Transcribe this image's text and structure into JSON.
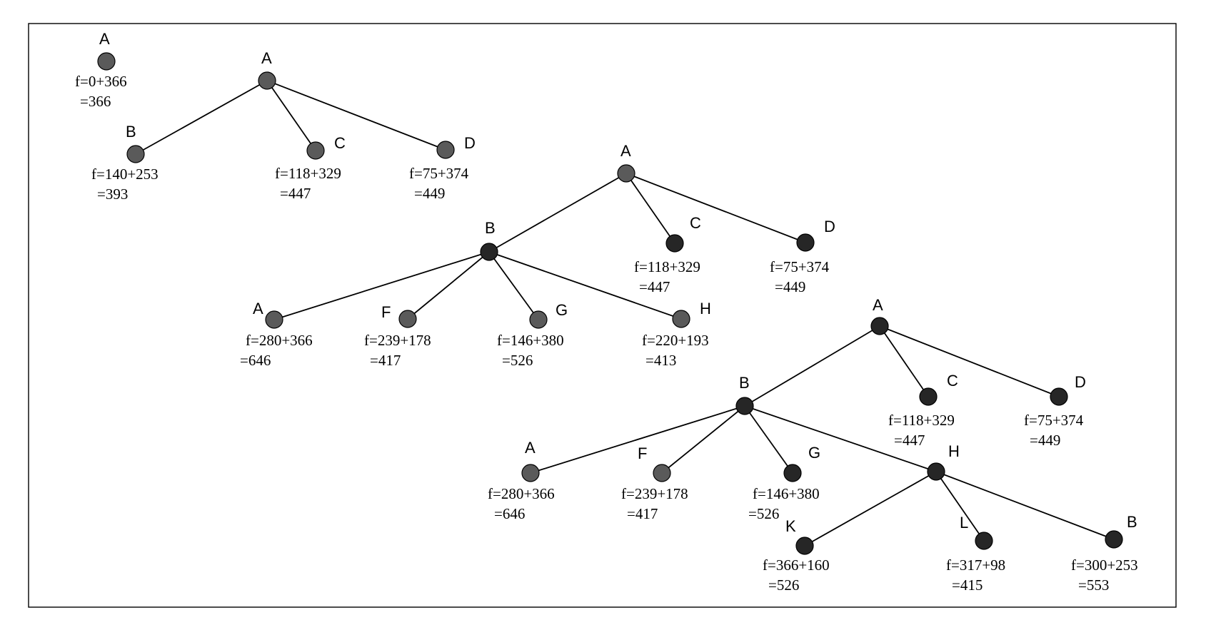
{
  "diagram": {
    "trees": [
      {
        "nodes": [
          {
            "id": "t1-A",
            "letter": "A",
            "f_expr": "f=0+366",
            "f_total": "=366",
            "shade": "grey"
          }
        ],
        "edges": []
      },
      {
        "nodes": [
          {
            "id": "t2-A",
            "letter": "A",
            "f_expr": "",
            "f_total": "",
            "shade": "grey"
          },
          {
            "id": "t2-B",
            "letter": "B",
            "f_expr": "f=140+253",
            "f_total": "=393",
            "shade": "grey"
          },
          {
            "id": "t2-C",
            "letter": "C",
            "f_expr": "f=118+329",
            "f_total": "=447",
            "shade": "grey"
          },
          {
            "id": "t2-D",
            "letter": "D",
            "f_expr": "f=75+374",
            "f_total": "=449",
            "shade": "grey"
          }
        ],
        "edges": [
          [
            "t2-A",
            "t2-B"
          ],
          [
            "t2-A",
            "t2-C"
          ],
          [
            "t2-A",
            "t2-D"
          ]
        ]
      },
      {
        "nodes": [
          {
            "id": "t3-A",
            "letter": "A",
            "f_expr": "",
            "f_total": "",
            "shade": "grey"
          },
          {
            "id": "t3-B",
            "letter": "B",
            "f_expr": "",
            "f_total": "",
            "shade": "dark"
          },
          {
            "id": "t3-C",
            "letter": "C",
            "f_expr": "f=118+329",
            "f_total": "=447",
            "shade": "dark"
          },
          {
            "id": "t3-D",
            "letter": "D",
            "f_expr": "f=75+374",
            "f_total": "=449",
            "shade": "dark"
          },
          {
            "id": "t3-A2",
            "letter": "A",
            "f_expr": "f=280+366",
            "f_total": "=646",
            "shade": "grey"
          },
          {
            "id": "t3-F",
            "letter": "F",
            "f_expr": "f=239+178",
            "f_total": "=417",
            "shade": "grey"
          },
          {
            "id": "t3-G",
            "letter": "G",
            "f_expr": "f=146+380",
            "f_total": "=526",
            "shade": "grey"
          },
          {
            "id": "t3-H",
            "letter": "H",
            "f_expr": "f=220+193",
            "f_total": "=413",
            "shade": "grey"
          }
        ],
        "edges": [
          [
            "t3-A",
            "t3-B"
          ],
          [
            "t3-A",
            "t3-C"
          ],
          [
            "t3-A",
            "t3-D"
          ],
          [
            "t3-B",
            "t3-A2"
          ],
          [
            "t3-B",
            "t3-F"
          ],
          [
            "t3-B",
            "t3-G"
          ],
          [
            "t3-B",
            "t3-H"
          ]
        ]
      },
      {
        "nodes": [
          {
            "id": "t4-A",
            "letter": "A",
            "f_expr": "",
            "f_total": "",
            "shade": "dark"
          },
          {
            "id": "t4-B",
            "letter": "B",
            "f_expr": "",
            "f_total": "",
            "shade": "dark"
          },
          {
            "id": "t4-C",
            "letter": "C",
            "f_expr": "f=118+329",
            "f_total": "=447",
            "shade": "dark"
          },
          {
            "id": "t4-D",
            "letter": "D",
            "f_expr": "f=75+374",
            "f_total": "=449",
            "shade": "dark"
          },
          {
            "id": "t4-A2",
            "letter": "A",
            "f_expr": "f=280+366",
            "f_total": "=646",
            "shade": "grey"
          },
          {
            "id": "t4-F",
            "letter": "F",
            "f_expr": "f=239+178",
            "f_total": "=417",
            "shade": "grey"
          },
          {
            "id": "t4-G",
            "letter": "G",
            "f_expr": "f=146+380",
            "f_total": "=526",
            "shade": "dark"
          },
          {
            "id": "t4-H",
            "letter": "H",
            "f_expr": "",
            "f_total": "",
            "shade": "dark"
          },
          {
            "id": "t4-K",
            "letter": "K",
            "f_expr": "f=366+160",
            "f_total": "=526",
            "shade": "dark"
          },
          {
            "id": "t4-L",
            "letter": "L",
            "f_expr": "f=317+98",
            "f_total": "=415",
            "shade": "dark"
          },
          {
            "id": "t4-B2",
            "letter": "B",
            "f_expr": "f=300+253",
            "f_total": "=553",
            "shade": "dark"
          }
        ],
        "edges": [
          [
            "t4-A",
            "t4-B"
          ],
          [
            "t4-A",
            "t4-C"
          ],
          [
            "t4-A",
            "t4-D"
          ],
          [
            "t4-B",
            "t4-A2"
          ],
          [
            "t4-B",
            "t4-F"
          ],
          [
            "t4-B",
            "t4-G"
          ],
          [
            "t4-B",
            "t4-H"
          ],
          [
            "t4-H",
            "t4-K"
          ],
          [
            "t4-H",
            "t4-L"
          ],
          [
            "t4-H",
            "t4-B2"
          ]
        ]
      }
    ]
  }
}
